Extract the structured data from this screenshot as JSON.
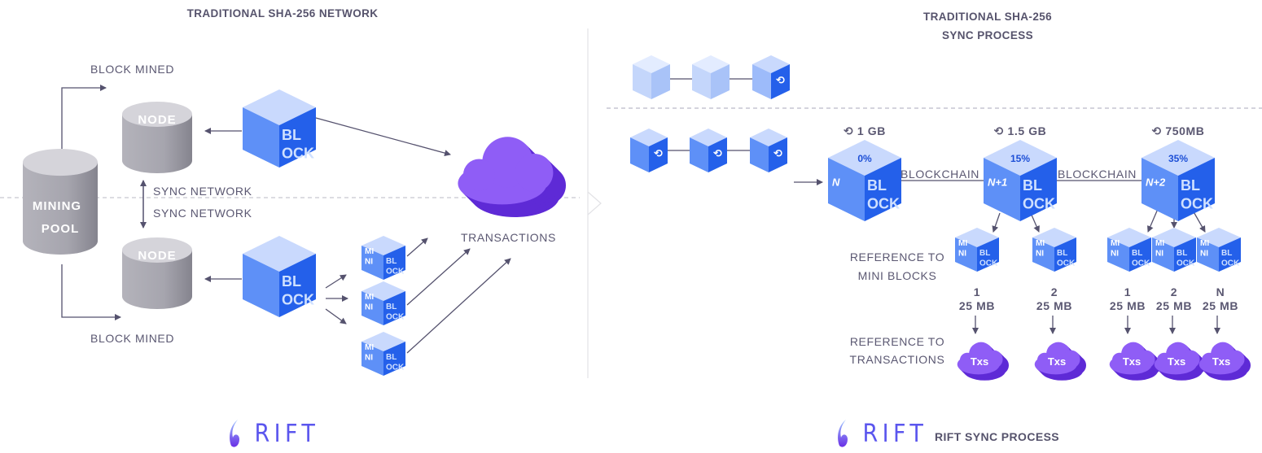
{
  "left": {
    "title": "TRADITIONAL SHA-256 NETWORK",
    "block_mined_top": "BLOCK MINED",
    "block_mined_bottom": "BLOCK MINED",
    "node_label": "NODE",
    "mining_pool": [
      "MINING",
      "POOL"
    ],
    "sync_network_1": "SYNC NETWORK",
    "sync_network_2": "SYNC NETWORK",
    "transactions": "TRANSACTIONS",
    "block_text": [
      "BL",
      "OCK"
    ],
    "mini_text": [
      "MI",
      "NI"
    ]
  },
  "right": {
    "title_line1": "TRADITIONAL SHA-256",
    "title_line2": "SYNC PROCESS",
    "blockchain_label": "BLOCKCHAIN",
    "blocks": [
      {
        "size": "1 GB",
        "percent": "0%",
        "index": "N"
      },
      {
        "size": "1.5 GB",
        "percent": "15%",
        "index": "N+1"
      },
      {
        "size": "750MB",
        "percent": "35%",
        "index": "N+2"
      }
    ],
    "ref_mini": [
      "REFERENCE TO",
      "MINI BLOCKS"
    ],
    "ref_tx": [
      "REFERENCE TO",
      "TRANSACTIONS"
    ],
    "mini_blocks": [
      {
        "num": "1",
        "size": "25 MB"
      },
      {
        "num": "2",
        "size": "25 MB"
      },
      {
        "num": "1",
        "size": "25 MB"
      },
      {
        "num": "2",
        "size": "25 MB"
      },
      {
        "num": "N",
        "size": "25 MB"
      }
    ],
    "txs_label": "Txs",
    "sync_icon": "sync-icon"
  },
  "footer": {
    "logo_text": "RIFT",
    "caption": "RIFT SYNC PROCESS"
  },
  "colors": {
    "cube_top": "#c9d9fd",
    "cube_left": "#5e90f7",
    "cube_right": "#2460ea",
    "cloud_front": "#8f5df6",
    "cloud_side": "#5e2ad6",
    "cylinder": "#a9a8b1",
    "text": "#5b5872"
  }
}
